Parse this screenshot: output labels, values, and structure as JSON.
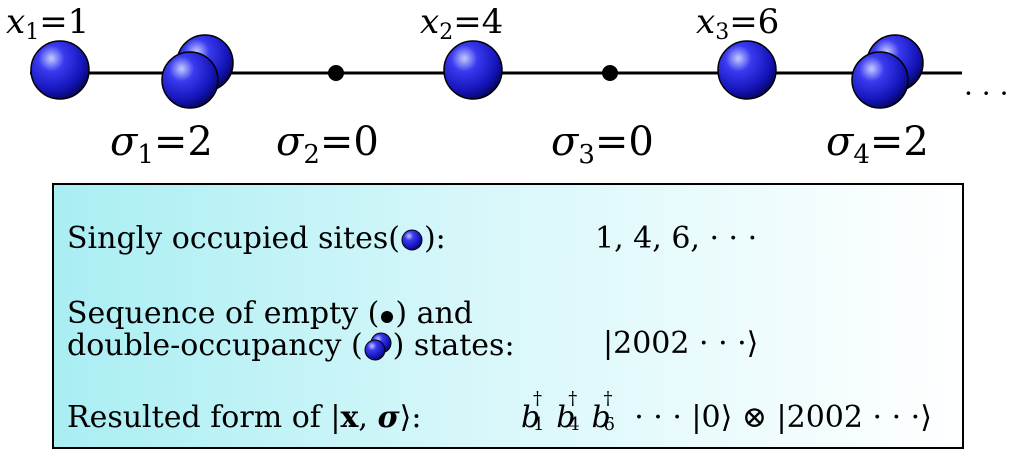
{
  "chain": {
    "x_labels": [
      {
        "var": "x",
        "sub": "1",
        "eq": "=1"
      },
      {
        "var": "x",
        "sub": "2",
        "eq": "=4"
      },
      {
        "var": "x",
        "sub": "3",
        "eq": "=6"
      }
    ],
    "sigma_labels": [
      {
        "var": "σ",
        "sub": "1",
        "eq": "=2"
      },
      {
        "var": "σ",
        "sub": "2",
        "eq": "=0"
      },
      {
        "var": "σ",
        "sub": "3",
        "eq": "=0"
      },
      {
        "var": "σ",
        "sub": "4",
        "eq": "=2"
      }
    ],
    "ellipsis": "· · ·",
    "colors": {
      "ball": "#1a1ad6",
      "ball_dark": "#05056e",
      "ball_light": "#b8c4ff",
      "line": "#000000"
    }
  },
  "box": {
    "row1": {
      "label": "Singly occupied sites(",
      "close": "):",
      "value": "1, 4, 6, · · ·"
    },
    "row2": {
      "line1": "Sequence of empty (",
      "line1_close": ") and",
      "line2": "double-occupancy (",
      "line2_close": ") states:",
      "value": "|2002 · · ·⟩"
    },
    "row3": {
      "label_pre": "Resulted form of |",
      "x_bold": "x",
      "comma": ", ",
      "sigma_bold": "σ",
      "label_post": "⟩:",
      "b": "b",
      "dag": "†",
      "indices": [
        "1",
        "4",
        "6"
      ],
      "tail": " · · · |0⟩ ⊗ |2002 · · ·⟩"
    },
    "colors": {
      "gradient_start": "#a9eef3",
      "gradient_end": "#ffffff",
      "border": "#000000"
    }
  }
}
